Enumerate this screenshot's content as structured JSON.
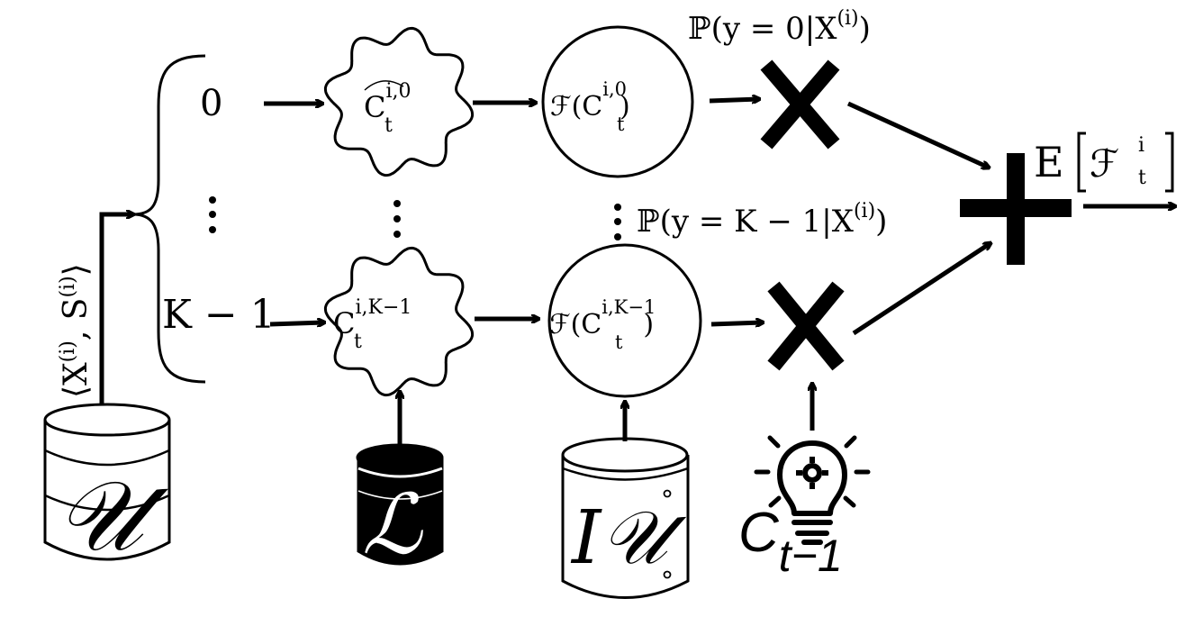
{
  "branches": {
    "top_label": "0",
    "bottom_label": "K − 1"
  },
  "nodes": {
    "cluster_top": {
      "base": "C",
      "sup": "i,0",
      "sub": "t"
    },
    "cluster_bottom": {
      "base": "C",
      "sup": "i,K−1",
      "sub": "t"
    },
    "func_top": {
      "prefix": "ℱ(",
      "base": "C",
      "sup": "i,0",
      "sub": "t",
      "suffix": ")"
    },
    "func_bottom": {
      "prefix": "ℱ(",
      "base": "C",
      "sup": "i,K−1",
      "sub": "t",
      "suffix": ")"
    }
  },
  "probabilities": {
    "top": "ℙ(y = 0|X(i))",
    "top_parts": {
      "lead": "ℙ(y = 0|X",
      "sup": "(i)",
      "tail": ")"
    },
    "bottom": "ℙ(y = K − 1|X(i))",
    "bottom_parts": {
      "lead": "ℙ(y = K − 1|X",
      "sup": "(i)",
      "tail": ")"
    }
  },
  "output": {
    "lead": "E",
    "base": "ℱ",
    "sup": "i",
    "sub": "t"
  },
  "input": {
    "tuple_lead": "⟨X",
    "tuple_sup1": "(i)",
    "tuple_mid": ", S",
    "tuple_sup2": "(i)",
    "tuple_tail": "⟩"
  },
  "databases": {
    "unlabeled": "𝒰",
    "labeled": "ℒ",
    "informative_lead": "I",
    "informative_script": "𝒰"
  },
  "context": {
    "base": "C",
    "sub": "t−1"
  },
  "icons": [
    "database-icon",
    "gear-icon",
    "bulb-icon",
    "multiply-icon",
    "plus-icon",
    "arrow-icon"
  ]
}
